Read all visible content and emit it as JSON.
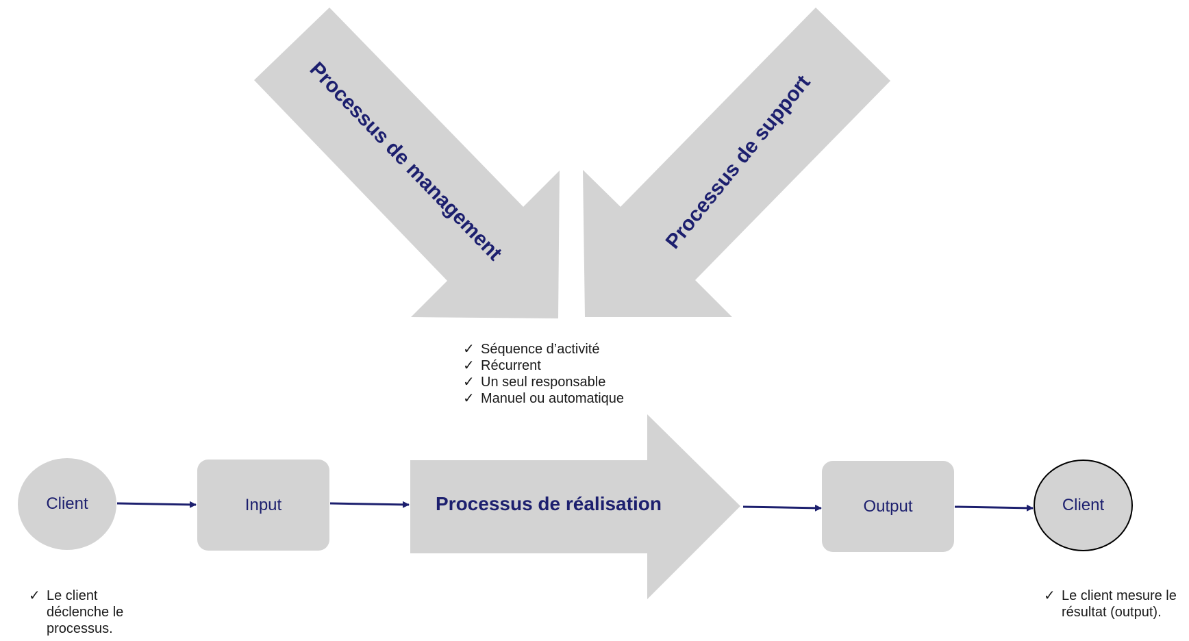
{
  "colors": {
    "shape_fill": "#d3d3d3",
    "text": "#1c1f6e",
    "connector": "#1c1f6e",
    "body_text": "#1a1a1a"
  },
  "top_arrows": {
    "management_label": "Processus de management",
    "support_label": "Processus de support"
  },
  "characteristics": {
    "check_icon": "check-icon",
    "items": [
      "Séquence d’activité",
      "Récurrent",
      "Un seul responsable",
      "Manuel ou automatique"
    ]
  },
  "flow": {
    "client_start_label": "Client",
    "input_label": "Input",
    "realisation_label": "Processus de réalisation",
    "output_label": "Output",
    "client_end_label": "Client"
  },
  "notes": {
    "left": [
      "Le client",
      "déclenche le",
      "processus."
    ],
    "right": [
      "Le client mesure le",
      "résultat (output)."
    ]
  }
}
